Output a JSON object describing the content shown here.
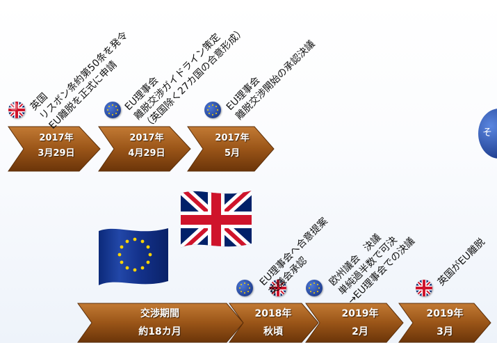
{
  "events": [
    {
      "date_year": "2017年",
      "date_day": "3月29日",
      "flag": "uk-flag-icon",
      "lines": [
        "英国",
        "リスボン条約第50条を発令",
        "EU離脱を正式に申請"
      ]
    },
    {
      "date_year": "2017年",
      "date_day": "4月29日",
      "flag": "eu-flag-icon",
      "lines": [
        "EU理事会",
        "離脱交渉ガイドライン策定",
        "（英国除く27カ国の合意形成）"
      ]
    },
    {
      "date_year": "2017年",
      "date_day": "5月",
      "flag": "eu-flag-icon",
      "lines": [
        "EU理事会",
        "離脱交渉開始の承認決議"
      ]
    },
    {
      "date_year": "2018年",
      "date_day": "秋頃",
      "flags": [
        "eu-flag-icon",
        "uk-flag-icon"
      ],
      "lines": [
        "EU理事会へ合意提案",
        "英議会承認"
      ]
    },
    {
      "date_year": "2019年",
      "date_day": "2月",
      "flag": "eu-flag-icon",
      "lines": [
        "欧州議会　決議",
        "単純過半数で可決",
        "→EU理事会での決議"
      ]
    },
    {
      "date_year": "2019年",
      "date_day": "3月",
      "flag": "uk-flag-icon",
      "lines": [
        "英国がEU離脱"
      ]
    }
  ],
  "negotiation": {
    "label": "交渉期間",
    "duration": "約18カ月"
  },
  "edge_partial": {
    "text": "そ"
  },
  "colors": {
    "arrow_dark": "#7a3f10",
    "arrow_light": "#d38b3f",
    "eu_blue": "#1a3a9c",
    "eu_star": "#ffd400",
    "uk_red": "#cf142b",
    "uk_blue": "#012169"
  }
}
